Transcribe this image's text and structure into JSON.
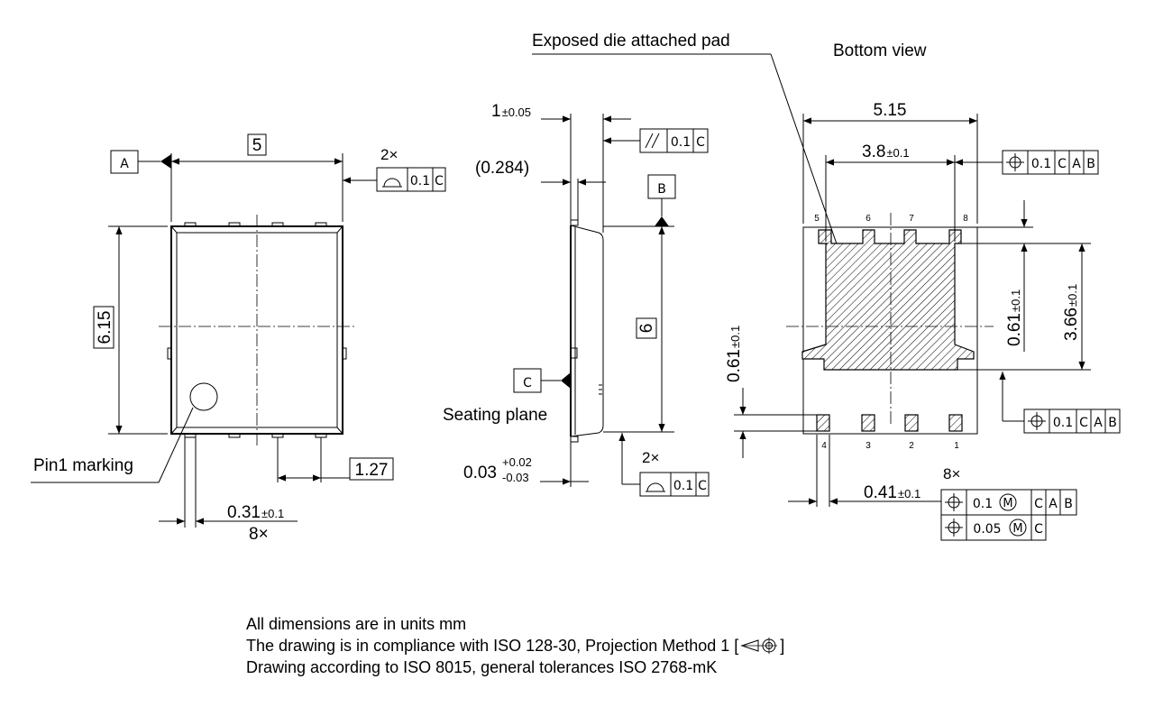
{
  "views": {
    "side_label": "Seating plane",
    "pad_label": "Exposed die attached pad",
    "bottom_label": "Bottom view",
    "pin1_label": "Pin1 marking"
  },
  "datums": {
    "a": "A",
    "b": "B",
    "c": "C"
  },
  "dims": {
    "width": "5",
    "height": "6.15",
    "pitch": "1.27",
    "lead_w": "0.31",
    "lead_w_tol": "±0.1",
    "lead_count": "8×",
    "thickness": "1",
    "thickness_tol": "±0.05",
    "standoff_ref": "(0.284)",
    "height_side": "6",
    "standoff": "0.03",
    "standoff_tol_plus": "+0.02",
    "standoff_tol_minus": "-0.03",
    "bottom_width": "5.15",
    "pad_width": "3.8",
    "pad_width_tol": "±0.1",
    "land_top": "0.61",
    "land_top_tol": "±0.1",
    "pad_height": "3.66",
    "pad_height_tol": "±0.1",
    "land_bottom": "0.61",
    "land_bottom_tol": "±0.1",
    "lead_bottom": "0.41",
    "lead_bottom_tol": "±0.1"
  },
  "tolerances": {
    "qty_2x": "2×",
    "qty_8x": "8×",
    "profile_val": "0.1",
    "parallel_val": "0.1",
    "position_val": "0.1",
    "position_mmc_val": "0.1",
    "position_mmc_val2": "0.05",
    "mmc": "M"
  },
  "pins": {
    "top": [
      "5",
      "6",
      "7",
      "8"
    ],
    "bottom": [
      "4",
      "3",
      "2",
      "1"
    ]
  },
  "notes": {
    "line1": "All dimensions are in units mm",
    "line2": "The drawing is in compliance with ISO 128-30, Projection Method 1 [",
    "line2_end": "]",
    "line3": "Drawing according to ISO 8015, general tolerances ISO 2768-mK"
  }
}
